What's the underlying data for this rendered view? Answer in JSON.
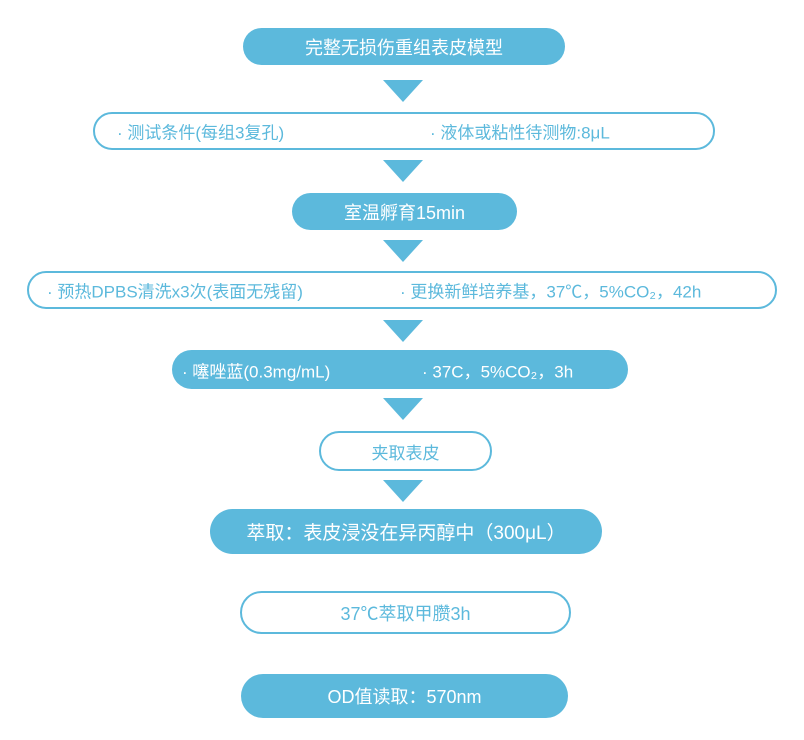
{
  "palette": {
    "blue": "#5CB9DC",
    "filled_text": "#ffffff",
    "background": "#ffffff"
  },
  "flow": {
    "step1": {
      "label": "完整无损伤重组表皮模型"
    },
    "step2": {
      "item1": "· 测试条件(每组3复孔)",
      "item2": "· 液体或粘性待测物:8μL"
    },
    "step3": {
      "label": "室温孵育15min"
    },
    "step4": {
      "item1": "· 预热DPBS清洗x3次(表面无残留)",
      "item2": "· 更换新鲜培养基，37℃，5%CO₂，42h"
    },
    "step5": {
      "item1": "· 噻唑蓝(0.3mg/mL)",
      "item2": "· 37C，5%CO₂，3h"
    },
    "step6": {
      "label": "夹取表皮"
    },
    "step7": {
      "label": "萃取：表皮浸没在异丙醇中（300μL）"
    },
    "step8": {
      "label": "37℃萃取甲臜3h"
    },
    "step9": {
      "label": "OD值读取：570nm"
    }
  }
}
